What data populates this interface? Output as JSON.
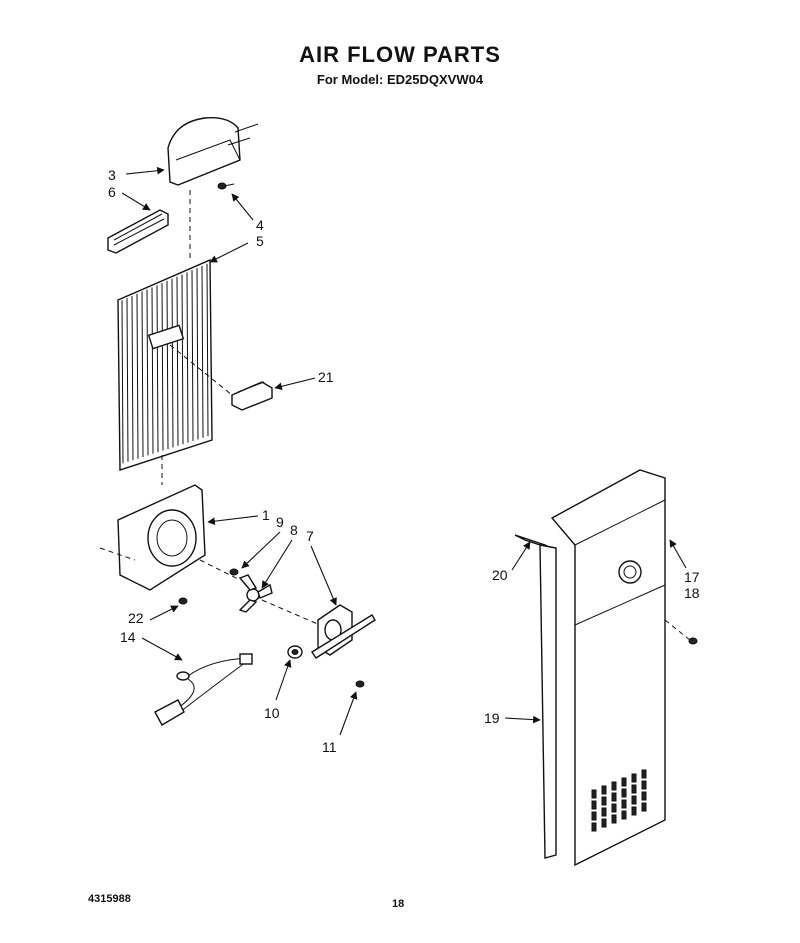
{
  "header": {
    "title": "AIR FLOW PARTS",
    "subtitle": "For Model: ED25DQXVW04"
  },
  "footer": {
    "doc_number": "4315988",
    "page_number": "18"
  },
  "callouts": {
    "c1": "1",
    "c3": "3",
    "c4": "4",
    "c5": "5",
    "c6": "6",
    "c7": "7",
    "c8": "8",
    "c9": "9",
    "c10": "10",
    "c11": "11",
    "c14": "14",
    "c17": "17",
    "c18": "18",
    "c19": "19",
    "c20": "20",
    "c21": "21",
    "c22": "22"
  }
}
